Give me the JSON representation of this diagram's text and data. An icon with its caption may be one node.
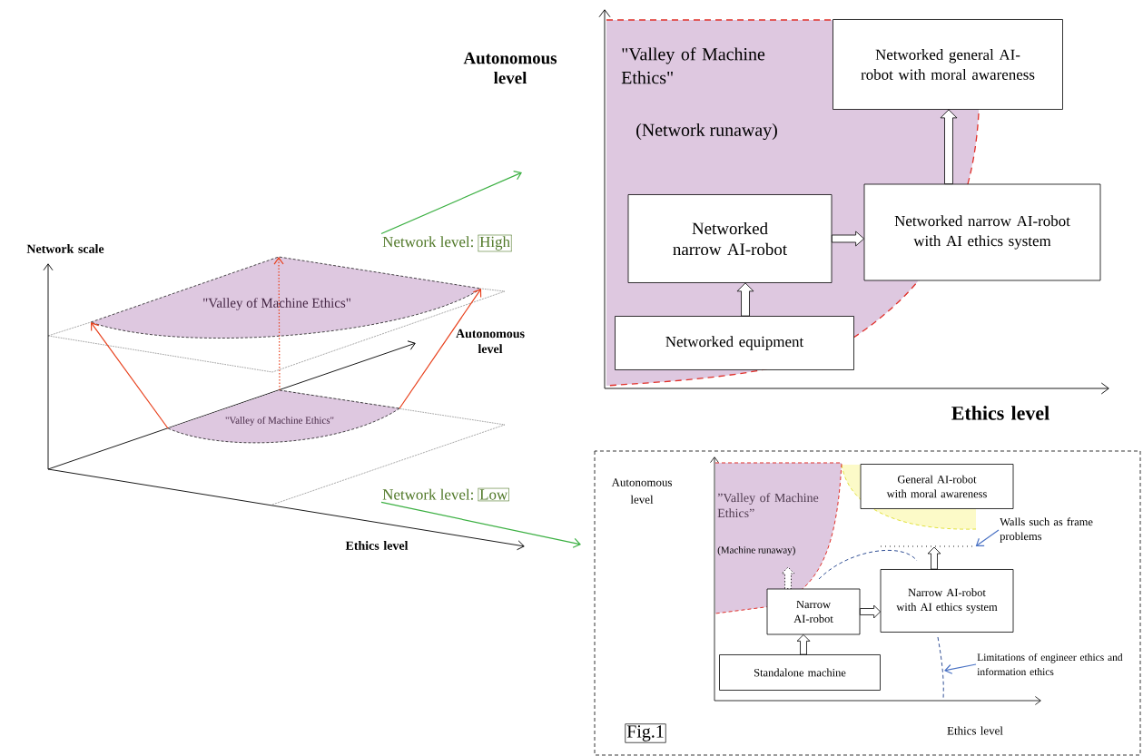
{
  "diagram": {
    "nodes": [
      {
        "text": [
          "\"Valley of Machine Ethics\"",
          "(Network runaway)"
        ]
      },
      {
        "text": [
          "Networked general AI-robot with moral awareness"
        ]
      },
      {
        "text": [
          "Networked narrow AI-robot"
        ],
        "in": 0
      },
      {
        "text": [
          "Networked narrow AI-robot with AI ethics system"
        ]
      },
      {
        "text": [
          "Networked equipment"
        ],
        "in": 0
      },
      {
        "text": [
          "Network level:",
          "High"
        ]
      },
      {
        "text": [
          "\"Valley of Machine Ethics\""
        ]
      },
      {
        "text": [
          "\"Valley of Machine Ethics\""
        ]
      },
      {
        "text": [
          "Network level:",
          "Low"
        ]
      },
      {
        "text": [
          "”Valley of Machine Ethics”",
          "(Machine runaway)"
        ]
      },
      {
        "text": [
          "General AI-robot with moral awareness"
        ]
      },
      {
        "text": [
          "Walls such as frame problems"
        ]
      },
      {
        "text": [
          "Narrow AI-robot"
        ]
      },
      {
        "text": [
          "Narrow AI-robot with AI ethics system"
        ]
      },
      {
        "text": [
          "Standalone machine"
        ]
      },
      {
        "text": [
          "Limitations of engineer ethics and information ethics"
        ]
      },
      {
        "text": [],
        "shape": "line"
      }
    ],
    "edges": [
      {
        "from": 4,
        "to": 2,
        "arrow": "to"
      },
      {
        "from": 2,
        "to": 3,
        "arrow": "to"
      },
      {
        "from": 3,
        "to": 1,
        "arrow": "to"
      },
      {
        "from": 7,
        "to": 6,
        "arrow": "to",
        "color": "#e8401c"
      },
      {
        "from": 7,
        "to": 6,
        "arrow": "to",
        "color": "#e8401c",
        "style": "dashed"
      },
      {
        "from": 7,
        "to": 6,
        "arrow": "to",
        "color": "#e8401c"
      },
      {
        "from": 5,
        "to": null,
        "arrow": "to",
        "color": "#3cb043"
      },
      {
        "from": 8,
        "to": null,
        "arrow": "to",
        "color": "#3cb043"
      },
      {
        "from": 14,
        "to": 12,
        "arrow": "to"
      },
      {
        "from": 12,
        "to": 13,
        "arrow": "to"
      },
      {
        "from": 13,
        "to": null,
        "arrow": "to"
      },
      {
        "from": 12,
        "to": null,
        "arrow": "to",
        "style": "dashed"
      },
      {
        "from": 11,
        "to": 16,
        "arrow": "to",
        "color": "#4a72c4"
      },
      {
        "from": 15,
        "to": null,
        "arrow": "to",
        "color": "#4a72c4"
      }
    ],
    "labels": [
      "Autonomous level",
      "Network scale",
      "Autonomous level",
      "Ethics level",
      "Ethics level",
      "Autonomous level",
      "Ethics level",
      "Fig.1"
    ]
  }
}
